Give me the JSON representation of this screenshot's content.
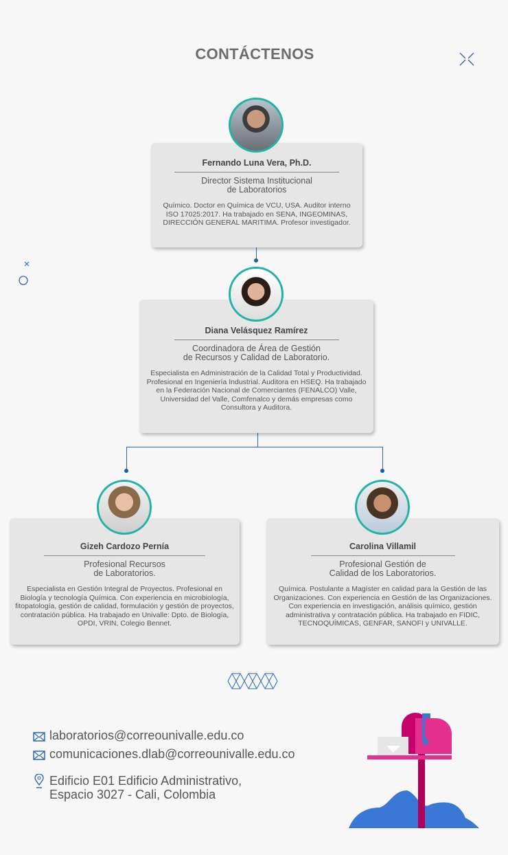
{
  "title": "CONTÁCTENOS",
  "people": [
    {
      "name": "Fernando Luna Vera, Ph.D.",
      "role": [
        "Director Sistema Institucional",
        "de Laboratorios"
      ],
      "desc": "Químico. Doctor en Química de VCU, USA. Auditor interno ISO 17025:2017. Ha trabajado en SENA, INGEOMINAS, DIRECCIÓN GENERAL MARITIMA. Profesor investigador."
    },
    {
      "name": "Diana Velásquez Ramírez",
      "role": [
        "Coordinadora de Área de Gestión",
        "de Recursos y Calidad de Laboratorio."
      ],
      "desc": "Especialista en Administración de la Calidad Total y Productividad. Profesional en Ingeniería Industrial. Auditora en HSEQ. Ha trabajado en la Federación Nacional de Comerciantes (FENALCO) Valle, Universidad del Valle, Comfenalco y demás empresas como Consultora y Auditora."
    },
    {
      "name": "Gizeh Cardozo Pernía",
      "role": [
        "Profesional Recursos",
        "de Laboratorios."
      ],
      "desc": "Especialista en Gestión Integral de Proyectos. Profesional en Biología y tecnología Química. Con experiencia en microbiología, fitopatología, gestión de calidad, formulación y gestión de proyectos, contratación pública. Ha trabajado en Univalle: Dpto. de Biología, OPDI, VRIN, Colegio Bennet."
    },
    {
      "name": "Carolina Villamil",
      "role": [
        "Profesional Gestión de",
        "Calidad de los Laboratorios."
      ],
      "desc": "Química. Postulante a Magíster en calidad para la Gestión de las Organizaciones. Con experiencia en Gestión de las Organizaciones. Con experiencia en investigación, análisis químico, gestión administrativa y contratación pública. Ha trabajado en FIDIC, TECNOQUÍMICAS, GENFAR, SANOFI y UNIVALLE."
    }
  ],
  "contact": {
    "emails": [
      "laboratorios@correounivalle.edu.co",
      "comunicaciones.dlab@correounivalle.edu.co"
    ],
    "address": [
      "Edificio E01 Edificio Administrativo,",
      "Espacio 3027 - Cali, Colombia"
    ]
  },
  "colors": {
    "accent": "#2a67b0",
    "teal": "#22b3a6",
    "pink": "#e5007e"
  }
}
